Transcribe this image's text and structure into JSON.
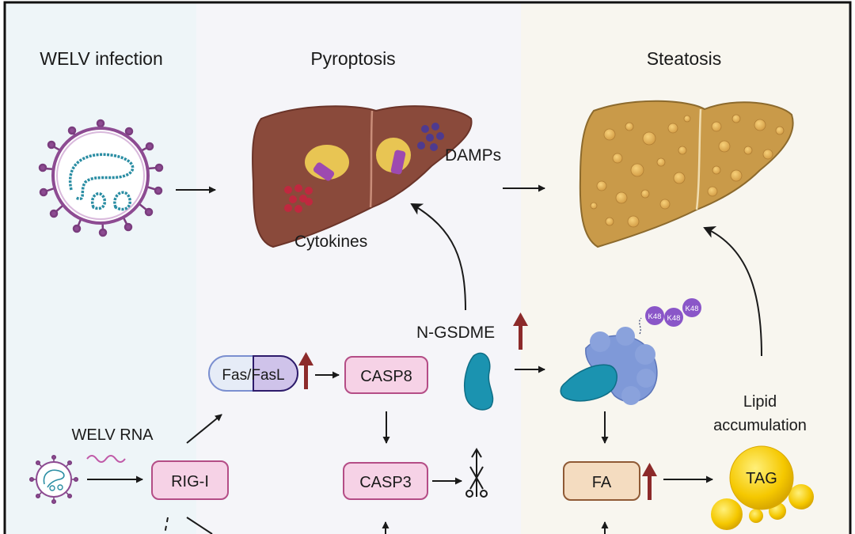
{
  "panels": {
    "infection_title": "WELV infection",
    "pyroptosis_title": "Pyroptosis",
    "steatosis_title": "Steatosis"
  },
  "liver_labels": {
    "damps": "DAMPs",
    "cytokines": "Cytokines"
  },
  "pathway": {
    "fas_fasl": "Fas/FasL",
    "casp8": "CASP8",
    "casp3": "CASP3",
    "rig_i": "RIG-I",
    "welv_rna": "WELV RNA",
    "n_gsdme": "N-GSDME",
    "fa": "FA",
    "tag": "TAG",
    "lipid_line1": "Lipid",
    "lipid_line2": "accumulation"
  },
  "ubiquitin_tags": [
    "K48",
    "K48",
    "K48"
  ],
  "colors": {
    "panel1_bg": "#eef5f8",
    "panel2_bg": "#f5f5f9",
    "panel3_bg": "#f8f6ef",
    "pink_box": "#f6d2e6",
    "pink_border": "#b44d86",
    "fa_box": "#f4dcc0",
    "fa_border": "#8f5a35",
    "up_arrow": "#8c2a2a",
    "gsdme": "#1b93b0",
    "ubiquitin": "#8a56c8",
    "tag_yellow": "#f5c800",
    "liver_brown": "#8a4a3b",
    "fatty_liver": "#c99a49"
  }
}
